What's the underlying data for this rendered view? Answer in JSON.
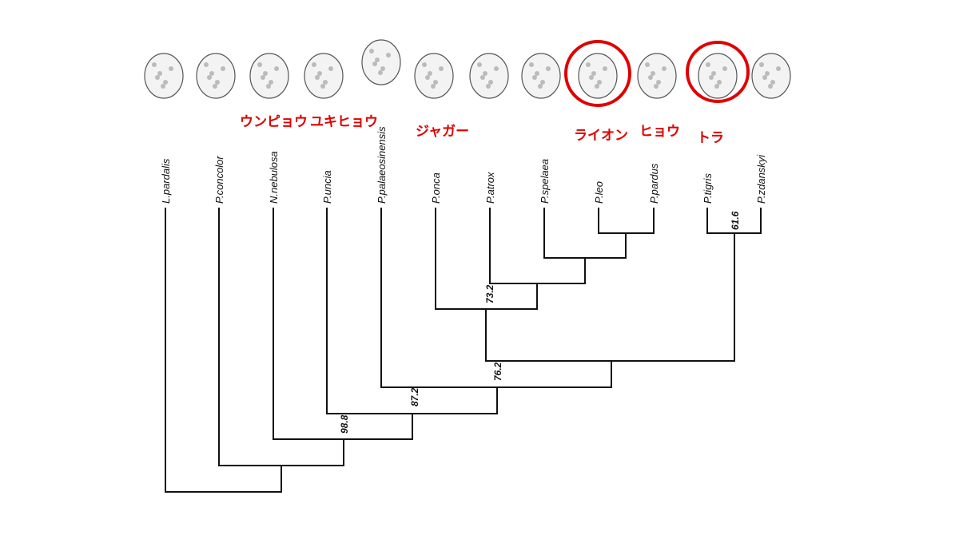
{
  "leaves": [
    "L.pardalis",
    "P.concolor",
    "N.nebulosa",
    "P.uncia",
    "P.palaeosinensis",
    "P.onca",
    "P.atrox",
    "P.spelaea",
    "P.leo",
    "P.pardus",
    "P.tigris",
    "P.zdanskyi"
  ],
  "bootstrap": {
    "tigris_zdanskyi": "61.6",
    "atrox_node": "73.2",
    "panthera_core": "76.2",
    "palaeosinensis_node": "87.2",
    "uncia_node": "98.8"
  },
  "annotations": {
    "nebulosa": "ウンピョウ",
    "uncia": "ユキヒョウ",
    "onca": "ジャガー",
    "leo": "ライオン",
    "pardus": "ヒョウ",
    "tigris": "トラ"
  },
  "images": [
    "cat-head-sketch-1",
    "cat-head-sketch-2",
    "cat-head-sketch-3",
    "cat-head-sketch-4",
    "cat-head-sketch-5",
    "cat-head-sketch-6",
    "cat-head-sketch-7",
    "cat-head-sketch-8",
    "lion-head-sketch",
    "leopard-head-sketch",
    "tiger-head-sketch",
    "cat-head-sketch-12"
  ],
  "colors": {
    "annotation": "#e00000",
    "tree": "#111111"
  }
}
